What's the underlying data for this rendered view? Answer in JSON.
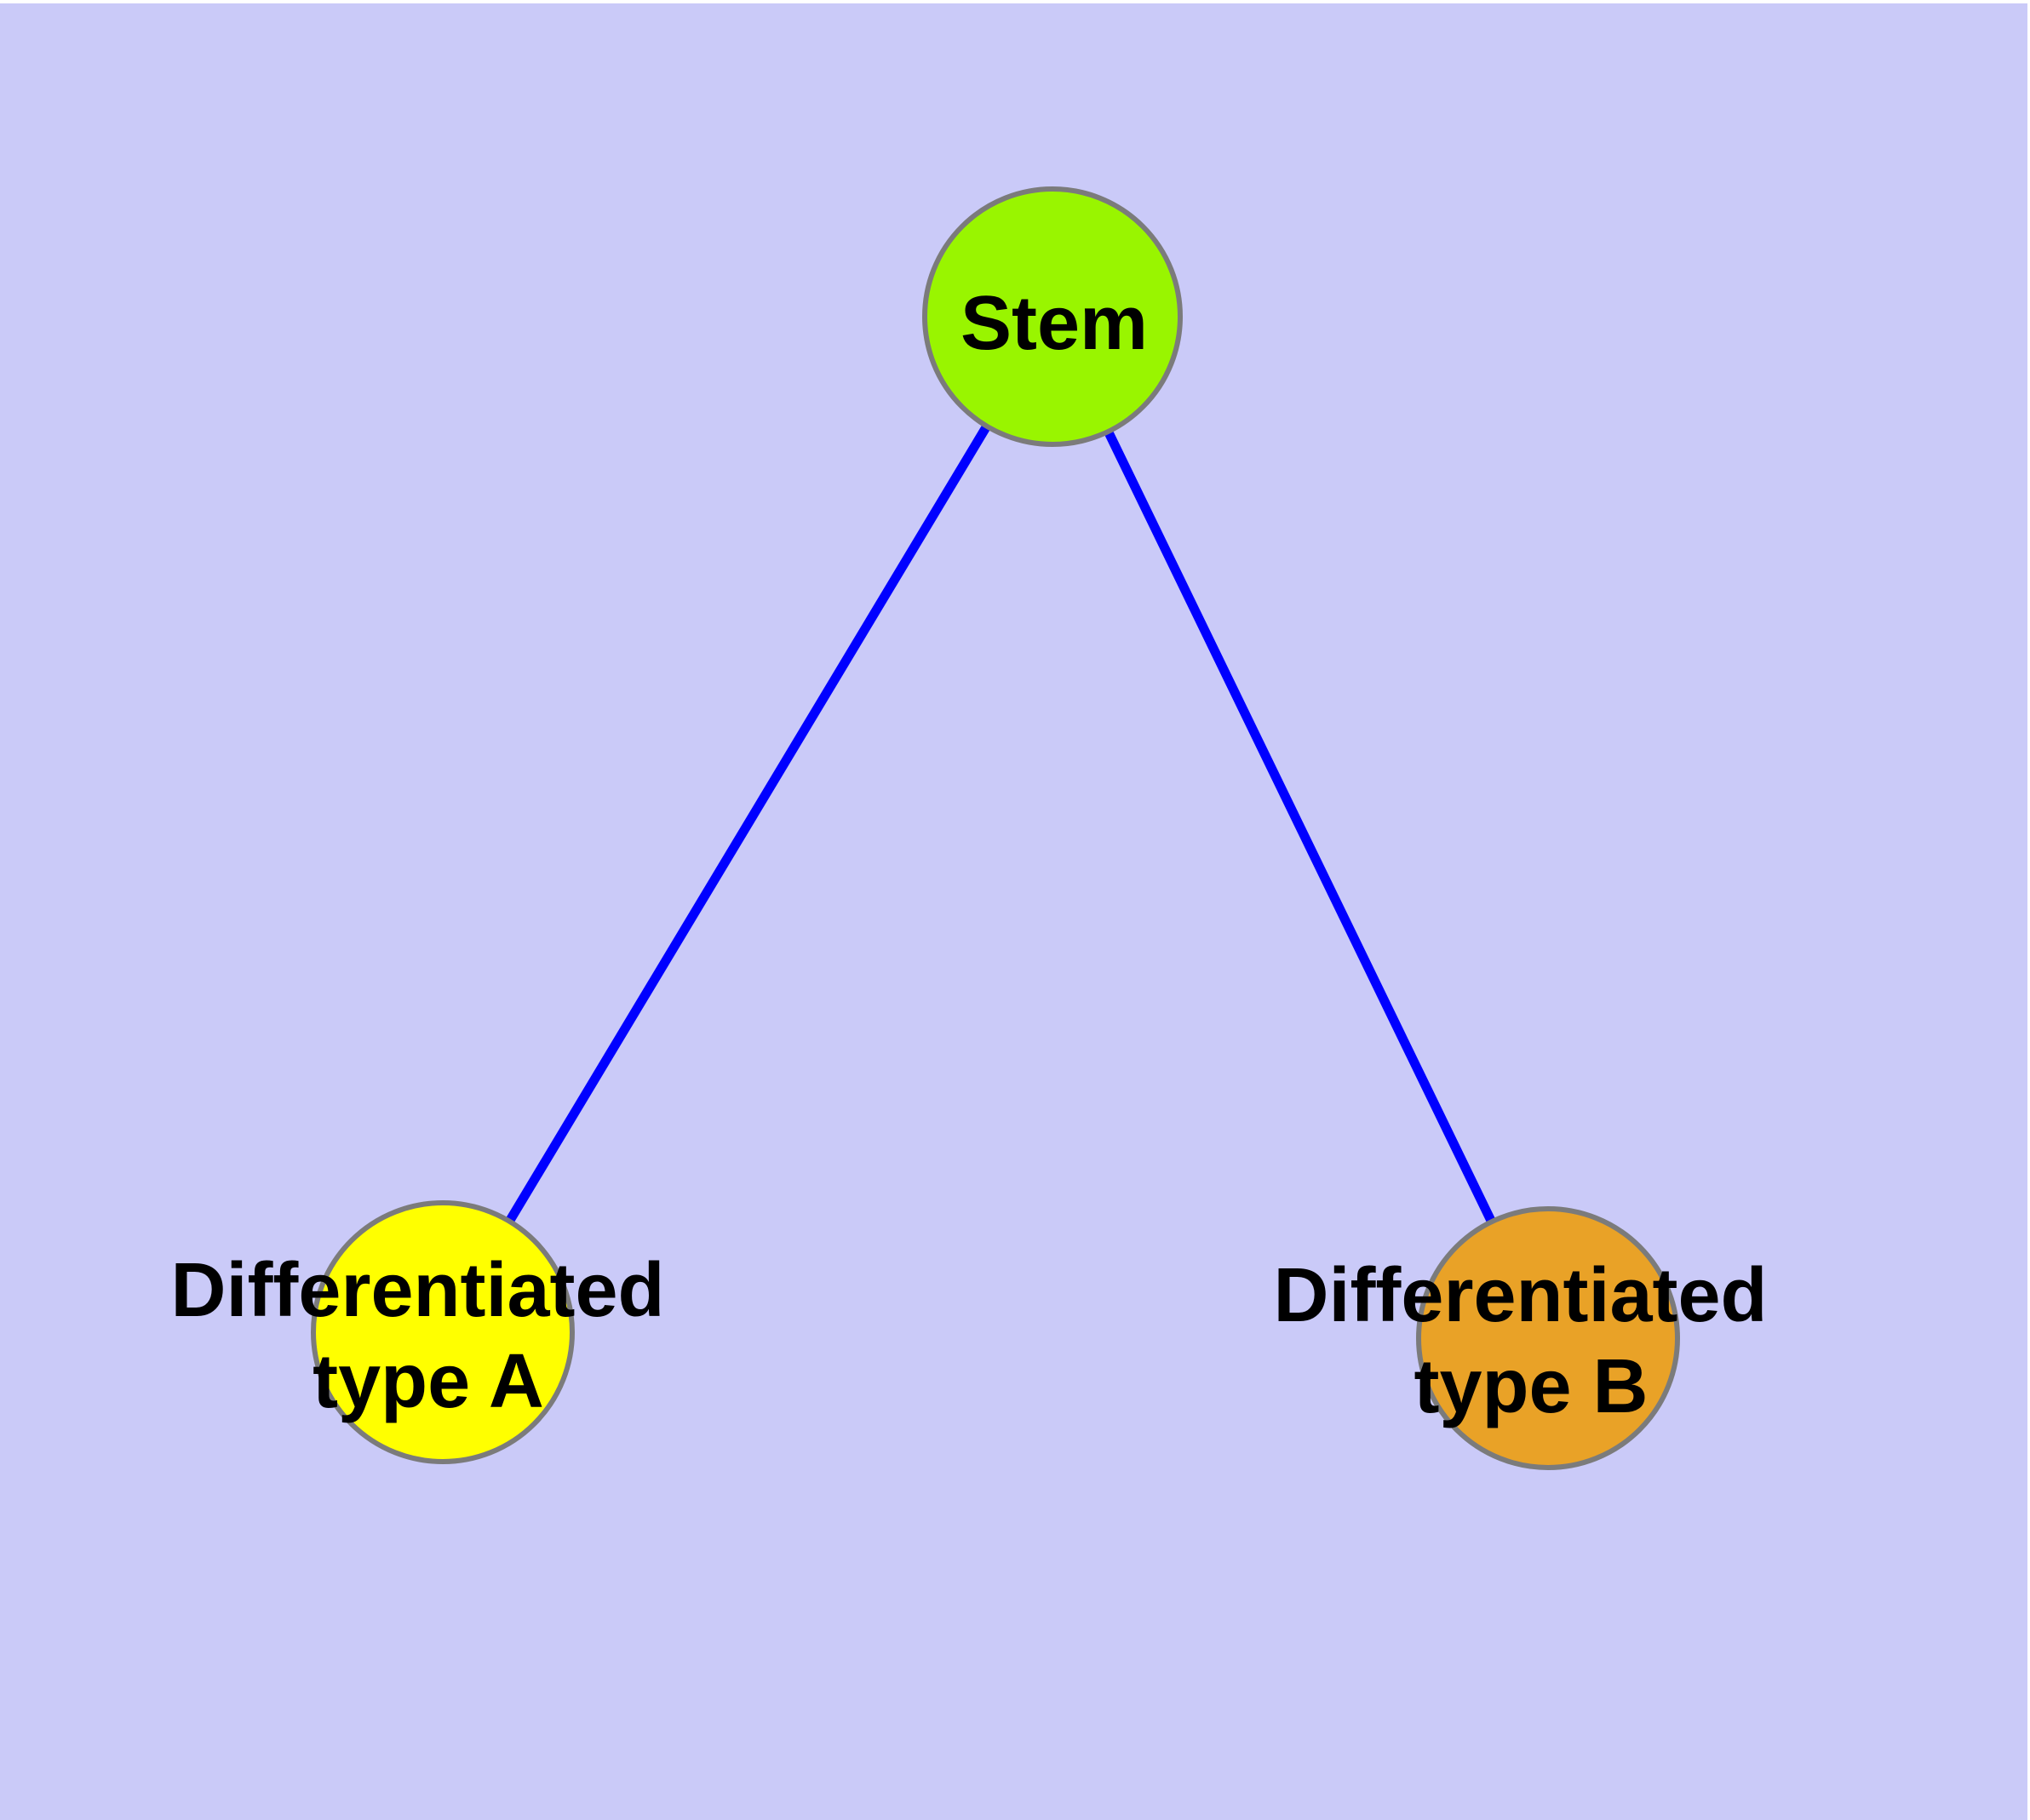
{
  "canvas": {
    "page_color": "#FFFFFF",
    "background_color": "#CACAF8"
  },
  "edges": {
    "color": "#0000FF"
  },
  "node_border_color": "#7B7B7B",
  "label_color": "#000000",
  "nodes": {
    "stem": {
      "label": "Stem",
      "fill": "#99F500"
    },
    "type_a": {
      "label_line1": "Differentiated",
      "label_line2": "type A",
      "fill": "#FFFF00"
    },
    "type_b": {
      "label_line1": "Differentiated",
      "label_line2": "type B",
      "fill": "#E9A227"
    }
  }
}
